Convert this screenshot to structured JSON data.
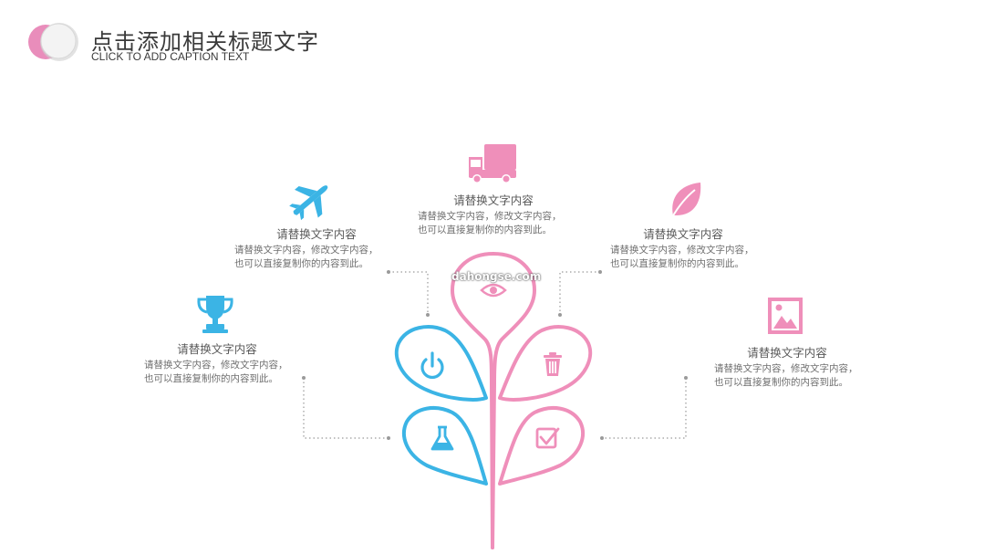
{
  "header": {
    "title": "点击添加相关标题文字",
    "subtitle": "CLICK TO ADD CAPTION TEXT"
  },
  "watermark": "dahongse.com",
  "colors": {
    "blue": "#3bb4e5",
    "pink": "#ef8fba",
    "text": "#595959",
    "connector": "#9a9a9a"
  },
  "items": [
    {
      "icon": "truck-icon",
      "title": "请替换文字内容",
      "desc": "请替换文字内容，修改文字内容，\n也可以直接复制你的内容到此。"
    },
    {
      "icon": "airplane-icon",
      "title": "请替换文字内容",
      "desc": "请替换文字内容，修改文字内容，\n也可以直接复制你的内容到此。"
    },
    {
      "icon": "leaf-icon",
      "title": "请替换文字内容",
      "desc": "请替换文字内容，修改文字内容，\n也可以直接复制你的内容到此。"
    },
    {
      "icon": "trophy-icon",
      "title": "请替换文字内容",
      "desc": "请替换文字内容，修改文字内容，\n也可以直接复制你的内容到此。"
    },
    {
      "icon": "picture-icon",
      "title": "请替换文字内容",
      "desc": "请替换文字内容，修改文字内容，\n也可以直接复制你的内容到此。"
    }
  ],
  "tree_icons": [
    "eye-icon",
    "power-icon",
    "trash-icon",
    "flask-icon",
    "checkbox-icon"
  ]
}
